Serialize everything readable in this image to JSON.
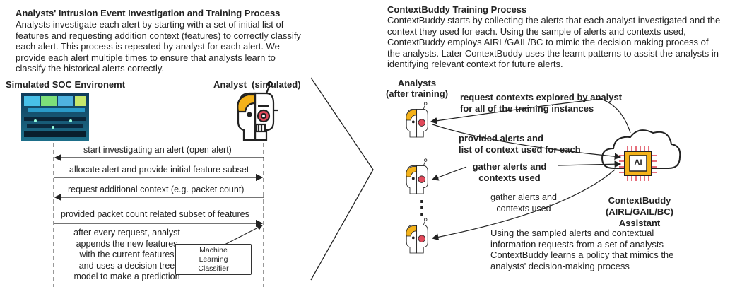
{
  "left": {
    "title": "Analysts' Intrusion Event Investigation and Training Process",
    "description": "Analysts investigate each alert by starting with a set of initial list of features and requesting addition context (features) to correctly classify each alert. This process is repeated by analyst for each alert. We provide each alert multiple times to ensure that analysts learn to classify the historical alerts correctly.",
    "soc_label": "Simulated SOC Environemt",
    "analyst_label": "Analyst  (simulated)",
    "messages": [
      "start investigating an alert (open alert)",
      "allocate alert and provide initial feature subset",
      "request additional context (e.g. packet count)",
      "provided packet count related subset of features"
    ],
    "note_lines": [
      "after every request, analyst",
      "appends the new features",
      "with the current features",
      "and uses a decision tree",
      "model to make a prediction"
    ],
    "classifier_lines": [
      "Machine",
      "Learning",
      "Classifier"
    ]
  },
  "right": {
    "title": "ContextBuddy Training Process",
    "description": "ContextBuddy starts by collecting the alerts that each analyst investigated and the context they used for each. Using the sample of alerts and contexts used, ContextBuddy employs AIRL/GAIL/BC to mimic the decision making process of the analysts. Later ContextBuddy uses the learnt patterns to assist the analysts in identifying relevant context for future alerts.",
    "analysts_label": [
      "Analysts",
      "(after training)"
    ],
    "request_label": [
      "request contexts explored by analyst",
      "for all of the training instances"
    ],
    "provided_label": [
      "provided alerts and",
      "list of context used for each"
    ],
    "gather1": [
      "gather alerts and",
      "contexts used"
    ],
    "gather2": [
      "gather alerts and",
      "contexts used"
    ],
    "dots": "⋮",
    "assistant_label": [
      "ContextBuddy",
      "(AIRL/GAIL/BC)",
      "Assistant"
    ],
    "ai_chip": "AI",
    "summary_lines": [
      "Using the sampled alerts and contextual",
      "information requests from a set of analysts",
      "ContextBuddy learns a policy that mimics the",
      "analysts' decision-making process"
    ]
  },
  "icons": [
    "soc-room-icon",
    "robot-analyst-icon",
    "cloud-ai-chip-icon"
  ],
  "colors": {
    "robot_yellow": "#f4b21a",
    "robot_red": "#e0495a",
    "line": "#222222"
  }
}
